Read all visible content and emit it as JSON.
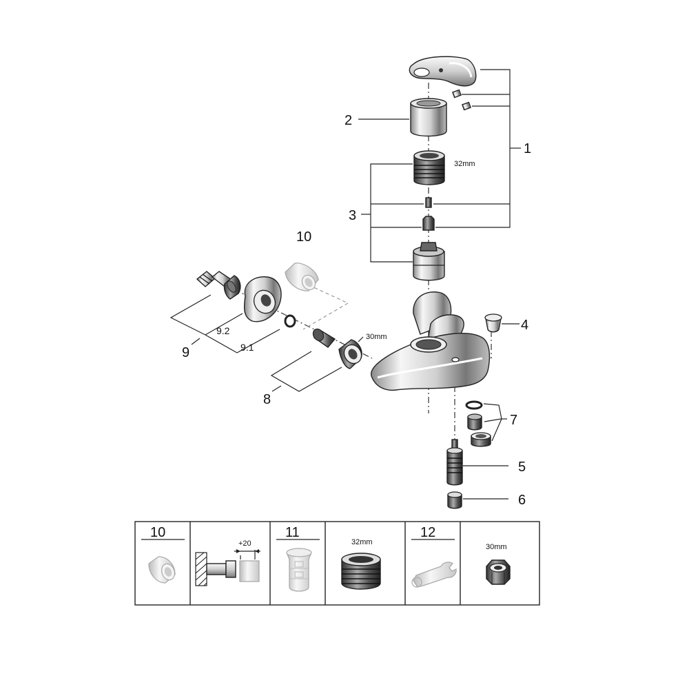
{
  "callouts": {
    "c1": "1",
    "c2": "2",
    "c3": "3",
    "c4": "4",
    "c5": "5",
    "c6": "6",
    "c7": "7",
    "c8": "8",
    "c9": "9",
    "c9_1": "9.1",
    "c9_2": "9.2",
    "c10": "10"
  },
  "dimensions": {
    "cartridge_nut": "32mm",
    "coupling_nut": "30mm"
  },
  "accessories": {
    "cell1_label": "10",
    "cell2_dim": "+20",
    "cell3_label": "11",
    "cell4_dim": "32mm",
    "cell5_label": "12",
    "cell6_dim": "30mm"
  },
  "colors": {
    "line": "#222222",
    "chrome_dark": "#6f6f6f",
    "chrome_light": "#f4f4f4",
    "ghost": "#c8c8c8"
  }
}
